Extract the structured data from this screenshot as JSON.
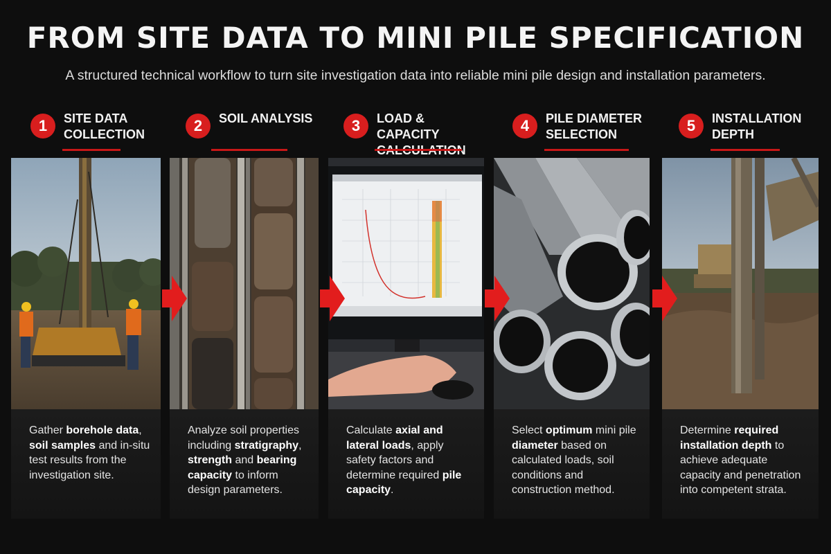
{
  "title": "FROM SITE DATA TO MINI PILE SPECIFICATION",
  "subtitle": "A structured technical workflow to turn site investigation data into reliable mini pile design and installation parameters.",
  "colors": {
    "accent": "#d81e1e",
    "background": "#0e0e0e",
    "card": "#1a1a1a"
  },
  "steps": [
    {
      "number": "1",
      "title": "SITE DATA\nCOLLECTION",
      "image": "drilling-rig-with-workers-photo",
      "desc": [
        {
          "t": "Gather ",
          "b": false
        },
        {
          "t": "borehole data",
          "b": true
        },
        {
          "t": ", ",
          "b": false
        },
        {
          "t": "soil samples",
          "b": true
        },
        {
          "t": " and in-situ test results from the investigation site.",
          "b": false
        }
      ]
    },
    {
      "number": "2",
      "title": "SOIL ANALYSIS",
      "image": "soil-core-samples-photo",
      "desc": [
        {
          "t": "Analyze soil properties including ",
          "b": false
        },
        {
          "t": "stratigraphy",
          "b": true
        },
        {
          "t": ", ",
          "b": false
        },
        {
          "t": "strength",
          "b": true
        },
        {
          "t": " and ",
          "b": false
        },
        {
          "t": "bearing capacity",
          "b": true
        },
        {
          "t": " to inform design parameters.",
          "b": false
        }
      ]
    },
    {
      "number": "3",
      "title": "LOAD & CAPACITY\nCALCULATION",
      "image": "computer-analysis-screen-photo",
      "desc": [
        {
          "t": "Calculate ",
          "b": false
        },
        {
          "t": "axial and lateral loads",
          "b": true
        },
        {
          "t": ", apply safety factors and determine required ",
          "b": false
        },
        {
          "t": "pile capacity",
          "b": true
        },
        {
          "t": ".",
          "b": false
        }
      ]
    },
    {
      "number": "4",
      "title": "PILE DIAMETER\nSELECTION",
      "image": "steel-pipes-photo",
      "desc": [
        {
          "t": "Select ",
          "b": false
        },
        {
          "t": "optimum",
          "b": true
        },
        {
          "t": " mini pile ",
          "b": false
        },
        {
          "t": "diameter",
          "b": true
        },
        {
          "t": " based on calculated loads, soil conditions and construction method.",
          "b": false
        }
      ]
    },
    {
      "number": "5",
      "title": "INSTALLATION\nDEPTH",
      "image": "pile-installation-rig-photo",
      "desc": [
        {
          "t": "Determine ",
          "b": false
        },
        {
          "t": "required installation depth",
          "b": true
        },
        {
          "t": " to achieve adequate capacity and penetration into competent strata.",
          "b": false
        }
      ]
    }
  ]
}
